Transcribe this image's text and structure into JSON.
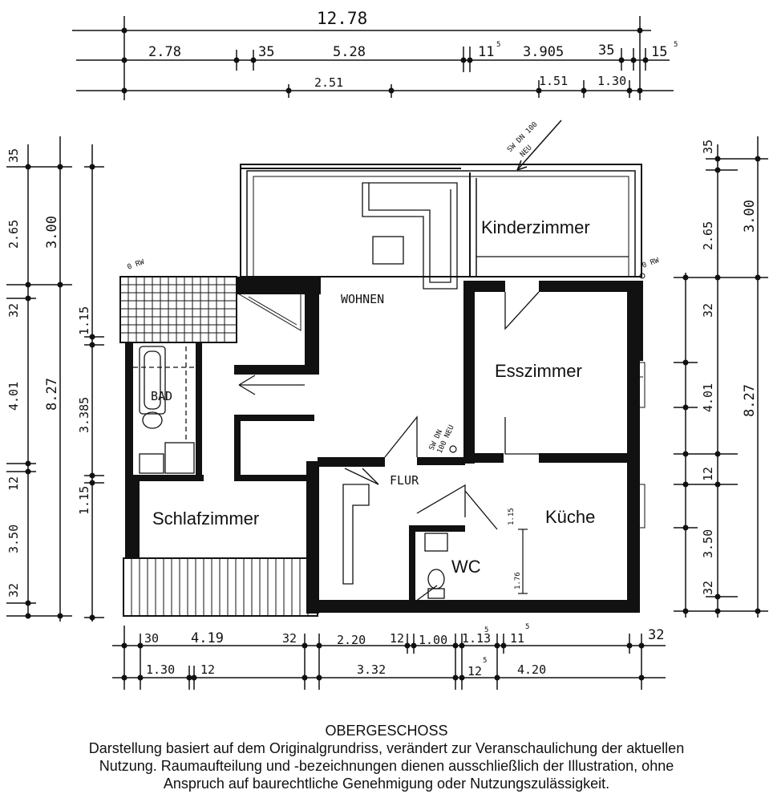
{
  "rooms": {
    "wohnen": "WOHNEN",
    "kinderzimmer": "Kinderzimmer",
    "esszimmer": "Esszimmer",
    "bad": "BAD",
    "schlafzimmer": "Schlafzimmer",
    "flur": "FLUR",
    "kueche": "Küche",
    "wc": "WC"
  },
  "notes": {
    "sw_top_1": "SW DN 100",
    "sw_top_2": "NEU",
    "sw_mid_1": "SW DN",
    "sw_mid_2": "100 NEU",
    "rw_left": "0 RW",
    "rw_right": "0 RW"
  },
  "dims_top": {
    "total": "12.78",
    "r2_a": "2.78",
    "r2_b": "35",
    "r2_c": "5.28",
    "r2_d": "11",
    "r2_d_sup": "5",
    "r2_e": "3.905",
    "r2_f": "35",
    "r2_g": "15",
    "r2_g_sup": "5",
    "r3_a": "2.51",
    "r3_b": "1.51",
    "r3_c": "1.30"
  },
  "dims_bottom": {
    "r1_a": "30",
    "r1_b": "4.19",
    "r1_c": "32",
    "r1_d": "2.20",
    "r1_e": "12",
    "r1_f": "1.00",
    "r1_g": "1.13",
    "r1_g_sup": "5",
    "r1_h": "11",
    "r1_h_sup": "5",
    "r1_i": "32",
    "r2_a": "1.30",
    "r2_b": "12",
    "r2_c": "3.32",
    "r2_d": "12",
    "r2_d_sup": "5",
    "r2_e": "4.20"
  },
  "dims_left": {
    "a": "35",
    "b": "2.65",
    "c": "3.00",
    "d": "32",
    "e": "4.01",
    "f": "8.27",
    "g": "12",
    "h": "3.50",
    "i": "32",
    "inner_a": "1.15",
    "inner_b": "3.385",
    "inner_c": "1.15"
  },
  "dims_right": {
    "a": "35",
    "b": "2.65",
    "c": "3.00",
    "d": "32",
    "e": "4.01",
    "f": "8.27",
    "g": "12",
    "h": "3.50",
    "i": "32"
  },
  "dims_inner": {
    "kueche_h": "1.76",
    "kueche_s": "1.15"
  },
  "caption": {
    "title": "OBERGESCHOSS",
    "line1": "Darstellung basiert auf dem Originalgrundriss, verändert zur Veranschaulichung der aktuellen",
    "line2": "Nutzung. Raumaufteilung und -bezeichnungen dienen ausschließlich der Illustration, ohne",
    "line3": "Anspruch auf baurechtliche Genehmigung oder Nutzungszulässigkeit."
  }
}
